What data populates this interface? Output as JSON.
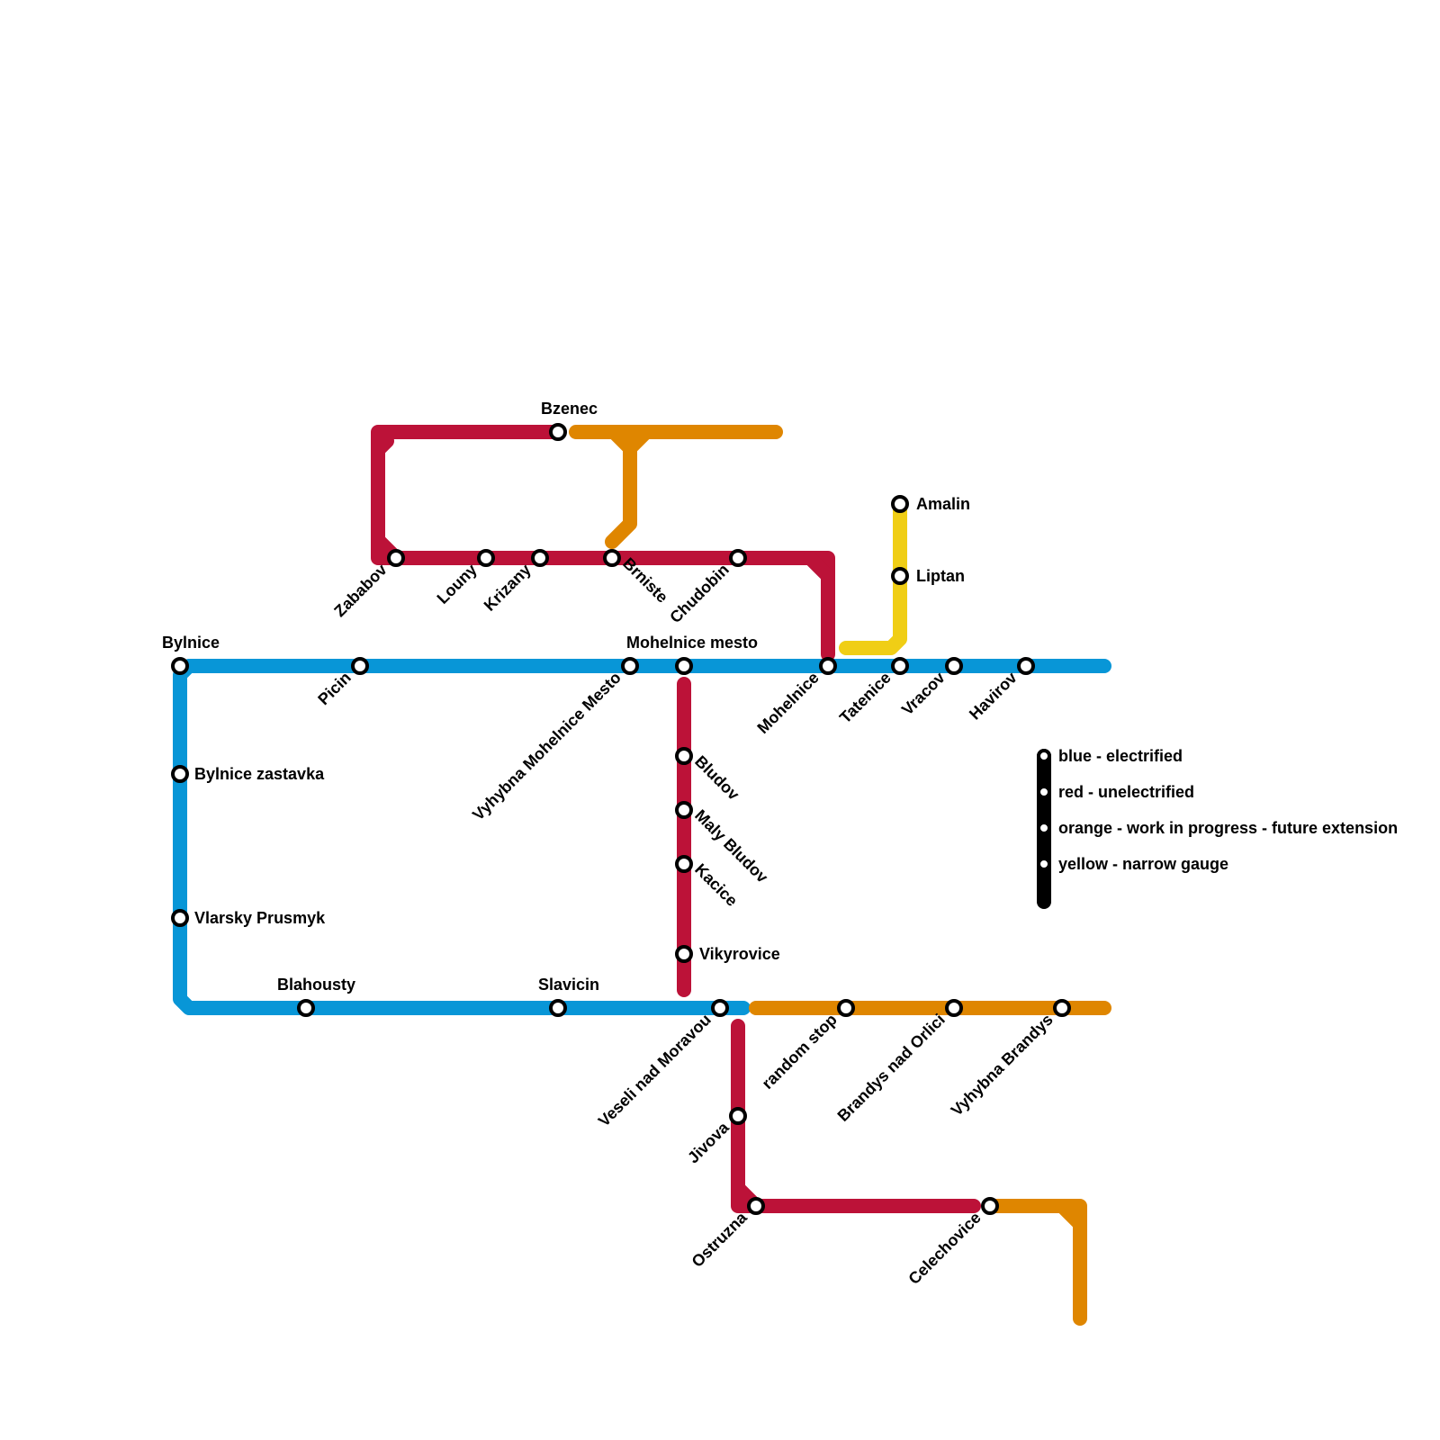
{
  "colors": {
    "blue": "#0896D7",
    "red": "#BC1238",
    "orange": "#DF8600",
    "yellow": "#F0CE15",
    "black": "#000000"
  },
  "lines": {
    "blue": {
      "name": "blue"
    },
    "red": {
      "name": "red"
    },
    "orange": {
      "name": "orange"
    },
    "yellow": {
      "name": "yellow"
    }
  },
  "stations": {
    "bylnice": "Bylnice",
    "bylnice_zastavka": "Bylnice zastavka",
    "vlarsky_prusmyk": "Vlarsky Prusmyk",
    "blahousty": "Blahousty",
    "slavicin": "Slavicin",
    "veseli_nad_moravou": "Veseli nad Moravou",
    "picin": "Picin",
    "vyhybna_mohelnice_mesto": "Vyhybna Mohelnice Mesto",
    "mohelnice_mesto": "Mohelnice mesto",
    "mohelnice": "Mohelnice",
    "tatenice": "Tatenice",
    "vracov": "Vracov",
    "havirov": "Havirov",
    "bzenec": "Bzenec",
    "zababov": "Zababov",
    "louny": "Louny",
    "krizany": "Krizany",
    "brniste": "Brniste",
    "chudobin": "Chudobin",
    "amalin": "Amalin",
    "liptan": "Liptan",
    "bludov": "Bludov",
    "maly_bludov": "Maly Bludov",
    "kacice": "Kacice",
    "vikyrovice": "Vikyrovice",
    "jivova": "Jivova",
    "ostruzna": "Ostruzna",
    "random_stop": "random stop",
    "brandys_nad_orlici": "Brandys nad Orlici",
    "vyhybna_brandys": "Vyhybna Brandys",
    "celechovice": "Celechovice"
  },
  "legend": {
    "blue": "blue  - electrified",
    "red": "red - unelectrified",
    "orange": "orange - work in progress  - future extension",
    "yellow": "yellow - narrow gauge"
  }
}
